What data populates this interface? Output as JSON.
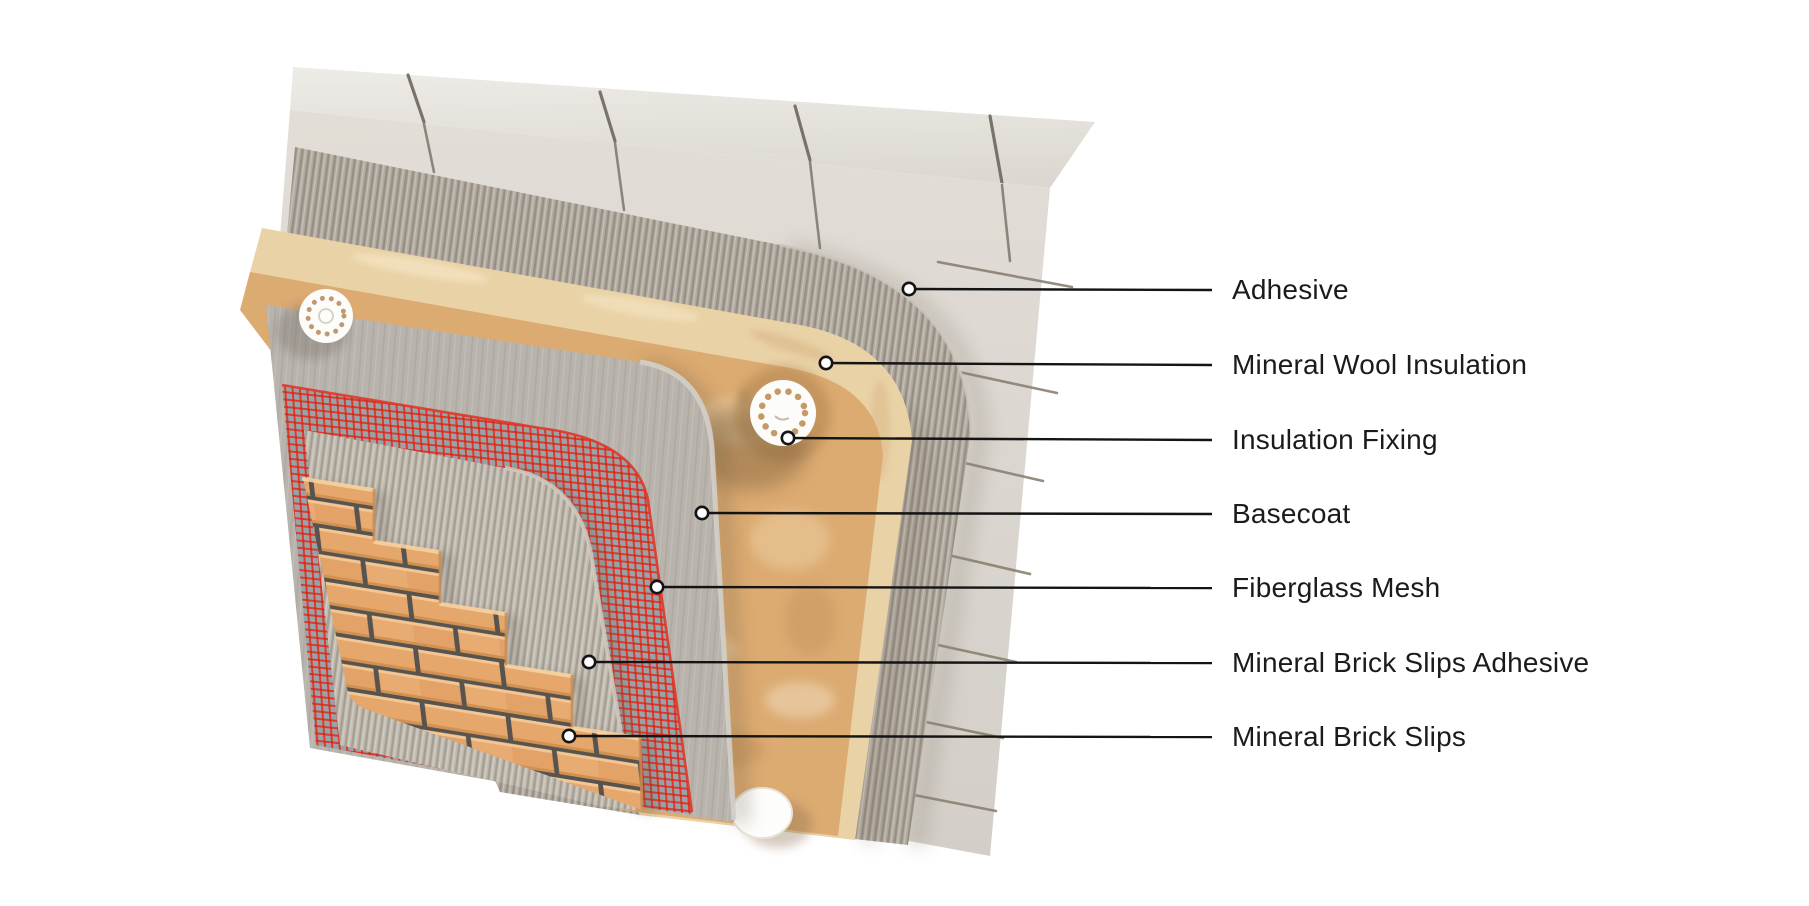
{
  "diagram": {
    "labels": [
      {
        "id": "adhesive",
        "text": "Adhesive"
      },
      {
        "id": "mineral-wool-insulation",
        "text": "Mineral Wool Insulation"
      },
      {
        "id": "insulation-fixing",
        "text": "Insulation Fixing"
      },
      {
        "id": "basecoat",
        "text": "Basecoat"
      },
      {
        "id": "fiberglass-mesh",
        "text": "Fiberglass Mesh"
      },
      {
        "id": "mineral-brick-slips-adhesive",
        "text": "Mineral Brick Slips Adhesive"
      },
      {
        "id": "mineral-brick-slips",
        "text": "Mineral Brick Slips"
      }
    ],
    "palette": {
      "background": "#ffffff",
      "leader_line": "#141414",
      "label_text": "#1b1b1b",
      "block_face": "#dbd7d0",
      "block_top": "#eae7e1",
      "adhesive_gray": "#b2aba1",
      "mineral_wool_tan": "#dcab72",
      "mineral_wool_edge": "#e9d2a6",
      "basecoat_gray": "#b8b3ac",
      "mesh_red": "#df382a",
      "mesh_cell": "#96a4aa",
      "brick_orange": "#e6a76d",
      "brick_joint": "#57534e",
      "fixing_white": "#fcfcfa"
    }
  }
}
